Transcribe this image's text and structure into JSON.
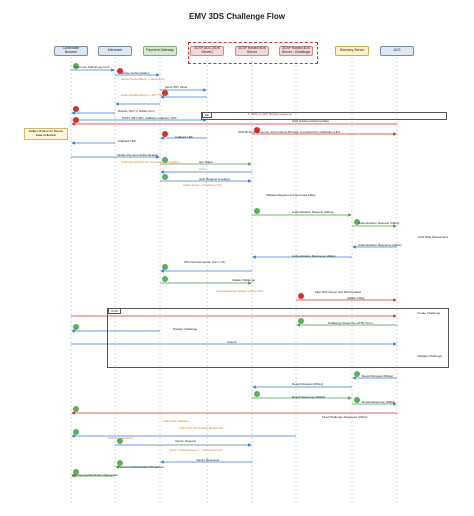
{
  "title": "EMV 3DS Challenge Flow",
  "actors": [
    {
      "label": "Cardholder Browser"
    },
    {
      "label": "Merchant"
    },
    {
      "label": "Payment Gateway"
    },
    {
      "label": "3CSP DDC (3DS Server)"
    },
    {
      "label": "3CSP Hosted 3DS Server"
    },
    {
      "label": "3CSP Hosted 3DS Server - Challenge"
    },
    {
      "label": "Directory Server"
    },
    {
      "label": "ACS"
    }
  ],
  "note": "Hidden iFrame for Device Data Collection",
  "frame_tag": "3 DS",
  "alt_tag": "Alt",
  "messages": [
    {
      "text": "Customer Submit payment"
    },
    {
      "text": "Initiate Authentication"
    },
    {
      "text": "authenticationBegin + deviceInfo",
      "tone": "orange"
    },
    {
      "text": "Send JWT Value"
    },
    {
      "text": "AuthenticationBegin + JWT Value",
      "tone": "orange"
    },
    {
      "text": "Display JWT in hidden form"
    },
    {
      "text": "POST JWT, BIN, Callback endpoint, JWT"
    },
    {
      "text": "1. DDC or 3DS Method response",
      "tone": "red"
    },
    {
      "text": "ACS Gathered Device Data"
    },
    {
      "text": "3DS Method Response, ACS Instruct Browser to forward the notification URL"
    },
    {
      "text": "Callback URL"
    },
    {
      "text": "Callback URL"
    },
    {
      "text": "Initiate Payment Authentication"
    },
    {
      "text": "Authenticate(JWT ID, Payment Information)",
      "tone": "orange"
    },
    {
      "text": "Get Token"
    },
    {
      "text": "Token",
      "tone": "orange"
    },
    {
      "text": "Auth Request (Lookup)"
    },
    {
      "text": "Authenticate + Purchase Info",
      "tone": "orange"
    },
    {
      "text": "Validate Request and generate AReq"
    },
    {
      "text": "Authentication Request (AReq)"
    },
    {
      "text": "Authentication Request (AReq)"
    },
    {
      "text": "ACS Risk Assessment"
    },
    {
      "text": "Authentication Response (ARes)"
    },
    {
      "text": "Authentication Response (ARes)"
    },
    {
      "text": "3DS Auth Response (V2 or V1)"
    },
    {
      "text": "Initiate Challenge"
    },
    {
      "text": "GenerateAuthentication Modal URL",
      "tone": "orange"
    },
    {
      "text": "Map 3DS Server and MerchantRef"
    },
    {
      "text": "Initiate CReq"
    },
    {
      "text": "Create Challenge"
    },
    {
      "text": "Challenge Response HTML Form"
    },
    {
      "text": "Display Challenge"
    },
    {
      "text": "Submit"
    },
    {
      "text": "Validate Challenge"
    },
    {
      "text": "Result Request (RReq)"
    },
    {
      "text": "Result Request (RReq)"
    },
    {
      "text": "Result Response (RRes)"
    },
    {
      "text": "Result Response (RRes)"
    },
    {
      "text": "Final Challenge Response (CRes)"
    },
    {
      "text": "Auth Post Callback",
      "tone": "orange"
    },
    {
      "text": "Auth Post Transaction Response",
      "tone": "orange"
    },
    {
      "text": "Auth Post Redirect",
      "tone": "orange"
    },
    {
      "text": "Inquiry Request"
    },
    {
      "text": "Inquiry Authentication + Transaction Info",
      "tone": "orange"
    },
    {
      "text": "Inquiry Response"
    },
    {
      "text": "Payment Authentication Response"
    },
    {
      "text": "Payment Authentication Response"
    }
  ]
}
